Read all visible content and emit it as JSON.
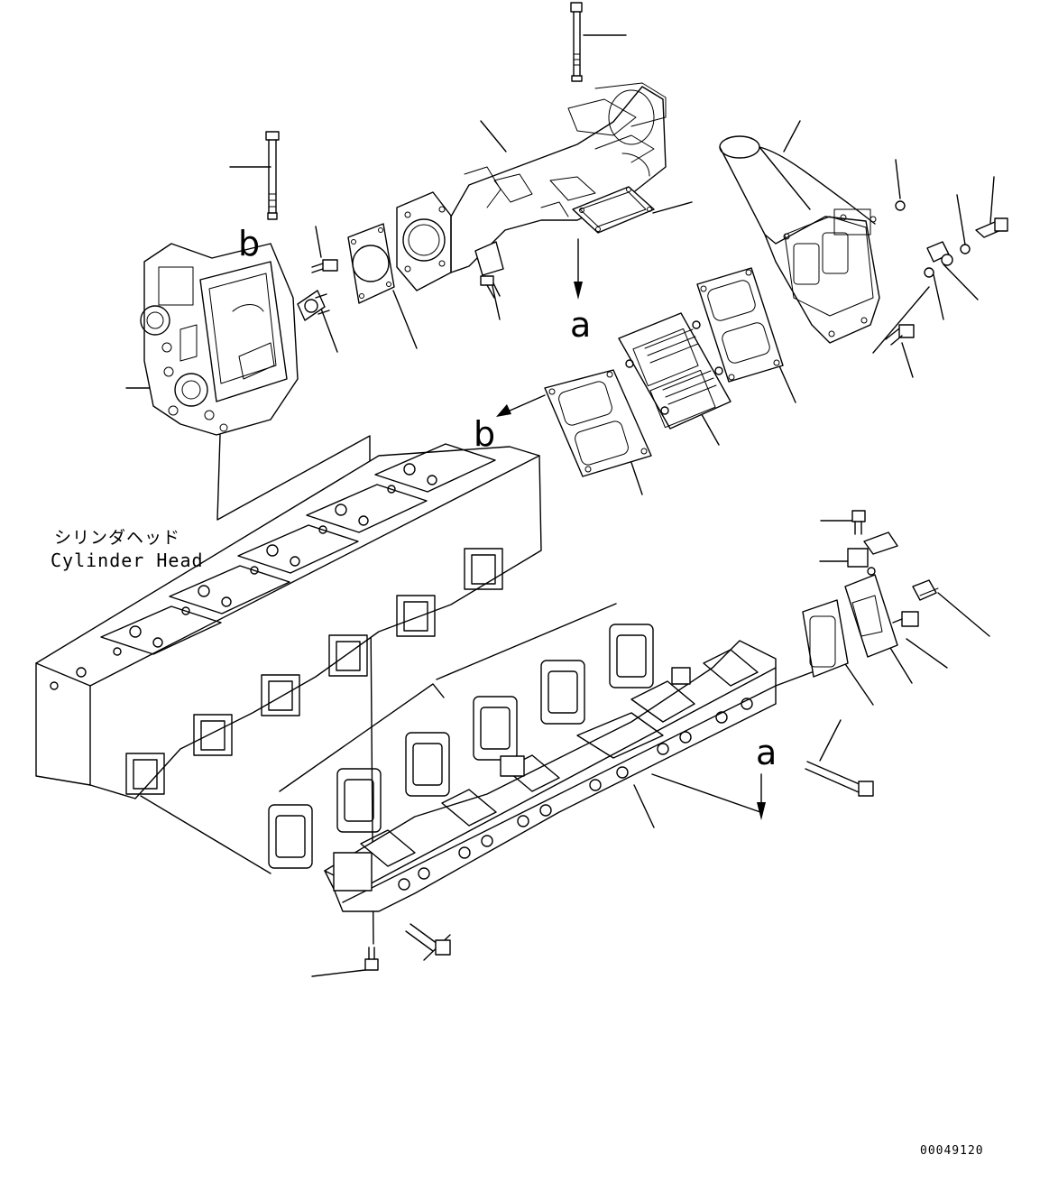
{
  "labels": {
    "callout_a": "a",
    "callout_b": "b",
    "cylinder_head_jp": "シリンダヘッド",
    "cylinder_head_en": "Cylinder Head",
    "document_number": "00049120"
  }
}
